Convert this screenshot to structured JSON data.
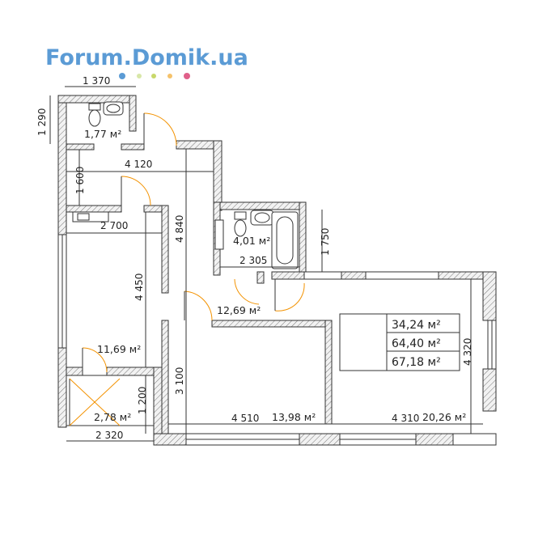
{
  "logo": {
    "text": "Forum.Domik.ua",
    "color": "#5b9bd5",
    "dot_colors": [
      "#5b9bd5",
      "#c8d86a",
      "#f5a623",
      "#e0608a"
    ]
  },
  "dimensions": {
    "d1370": "1 370",
    "d1290": "1 290",
    "d1600": "1 600",
    "d4120": "4 120",
    "d4840": "4 840",
    "d1750": "1 750",
    "d2700": "2 700",
    "d2305": "2 305",
    "d4450": "4 450",
    "d3100": "3 100",
    "d4320": "4 320",
    "d1200": "1 200",
    "d4510": "4 510",
    "d4310": "4 310",
    "d2320": "2 320"
  },
  "rooms": {
    "wc": {
      "area": "1,77 м²"
    },
    "bath": {
      "area": "4,01 м²"
    },
    "hall": {
      "area": "12,69 м²"
    },
    "room_left": {
      "area": "11,69 м²"
    },
    "balcony": {
      "area": "2,78 м²"
    },
    "room_middle": {
      "area": "13,98 м²"
    },
    "room_right": {
      "area": "20,26 м²"
    }
  },
  "summary": {
    "living": "34,24 м²",
    "total": "64,40 м²",
    "gross": "67,18 м²"
  },
  "colors": {
    "door": "#f39200",
    "wall_stroke": "#333333",
    "balcony_x": "#f39200"
  }
}
